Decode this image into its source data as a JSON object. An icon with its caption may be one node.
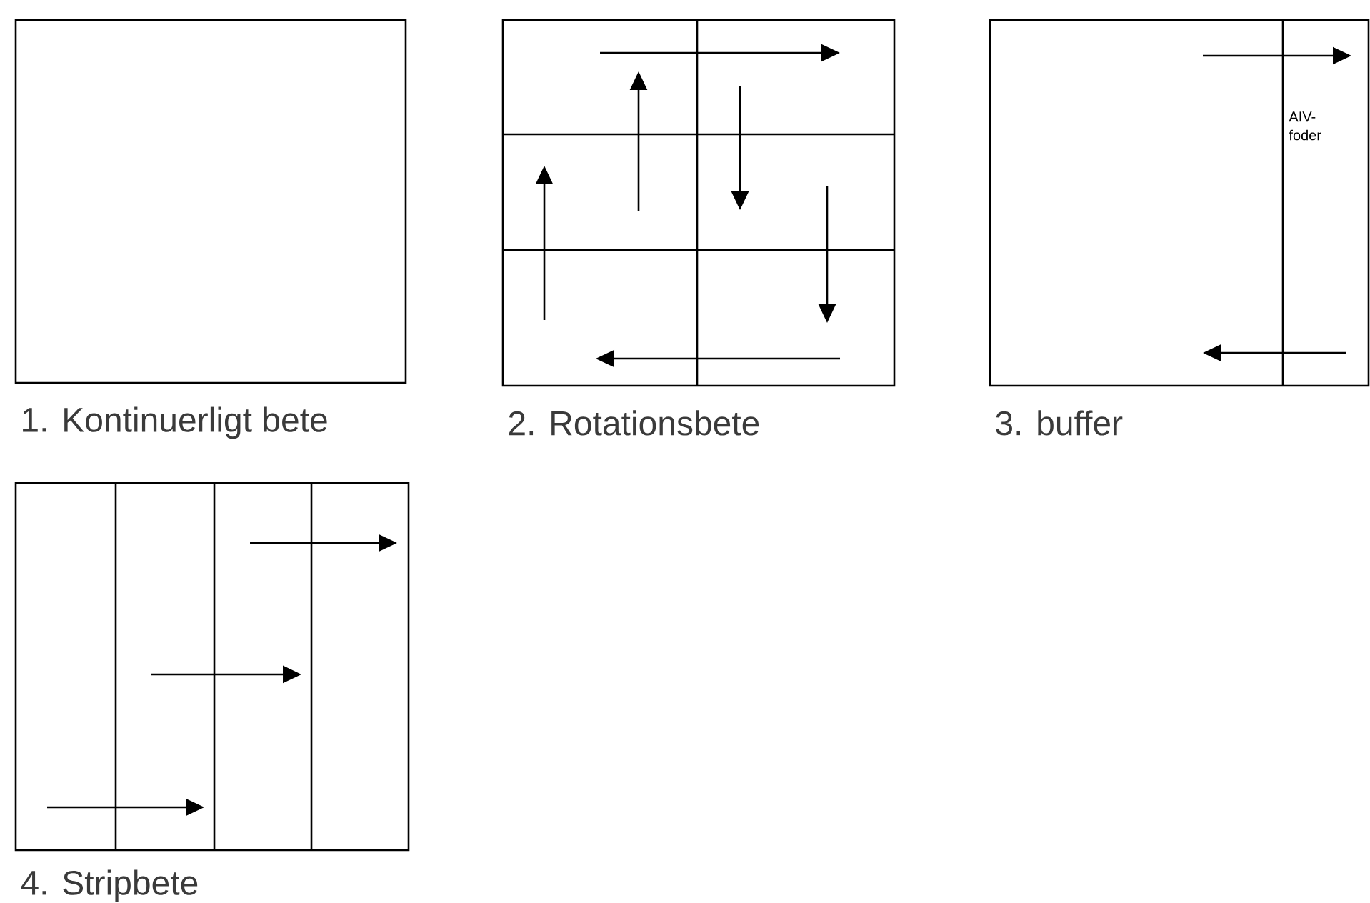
{
  "diagram": {
    "nodes": [
      {
        "text": [],
        "shape": "box",
        "beside": [
          "1. Kontinuerligt bete"
        ]
      },
      {
        "text": [],
        "shape": "box",
        "beside": [
          "2. Rotationsbete"
        ]
      },
      {
        "text": [
          "AIV-foder"
        ],
        "beside": [
          "3. buffer"
        ]
      },
      {
        "text": [],
        "shape": "box",
        "beside": [
          "4. Stripbete"
        ]
      }
    ]
  }
}
